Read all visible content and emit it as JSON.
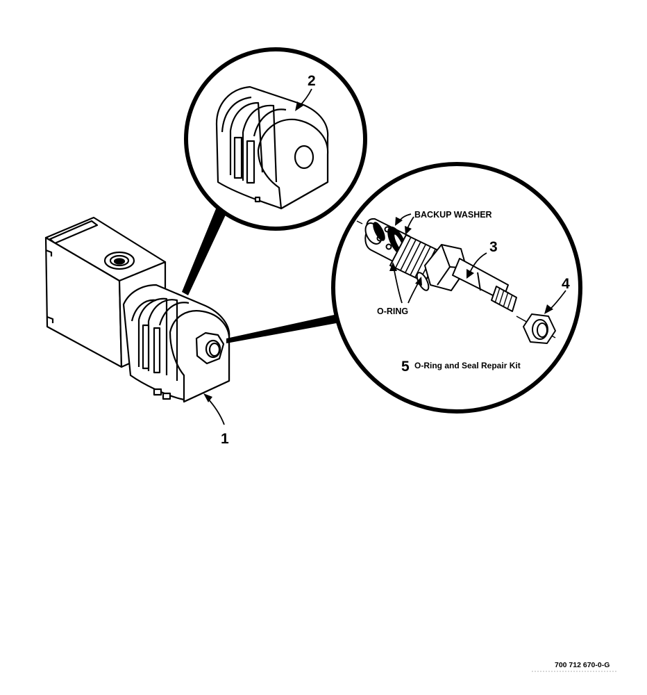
{
  "callouts": {
    "item1": "1",
    "item2": "2",
    "item3": "3",
    "item4": "4",
    "item5": "5"
  },
  "labels": {
    "backup_washer": "BACKUP WASHER",
    "o_ring": "O-RING",
    "kit_caption": "O-Ring and Seal Repair Kit"
  },
  "figure_number": "700 712 670-0-G"
}
